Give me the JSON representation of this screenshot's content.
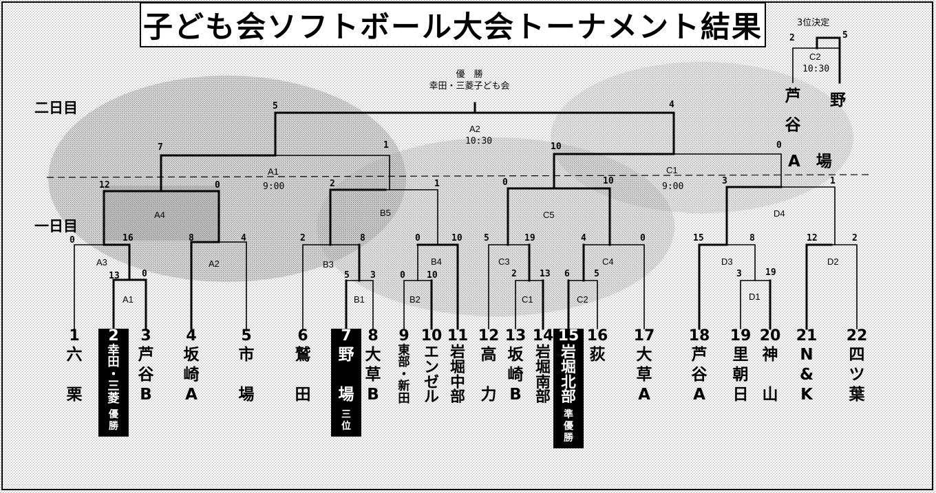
{
  "title": "子ども会ソフトボール大会トーナメント結果",
  "day_labels": {
    "day2": "二日目",
    "day1": "一日目"
  },
  "champion": {
    "heading": "優　勝",
    "name": "幸田・三菱子ども会"
  },
  "teams": [
    {
      "no": "1",
      "name": "六栗"
    },
    {
      "no": "2",
      "name": "幸田・三菱",
      "result": "優勝"
    },
    {
      "no": "3",
      "name": "芦谷B"
    },
    {
      "no": "4",
      "name": "坂崎A"
    },
    {
      "no": "5",
      "name": "市場"
    },
    {
      "no": "6",
      "name": "鷲田"
    },
    {
      "no": "7",
      "name": "野場",
      "result": "三位"
    },
    {
      "no": "8",
      "name": "大草B"
    },
    {
      "no": "9",
      "name": "東部・新田"
    },
    {
      "no": "10",
      "name": "エンゼル"
    },
    {
      "no": "11",
      "name": "岩堀中部"
    },
    {
      "no": "12",
      "name": "高力"
    },
    {
      "no": "13",
      "name": "坂崎B"
    },
    {
      "no": "14",
      "name": "岩堀南部"
    },
    {
      "no": "15",
      "name": "岩堀北部",
      "result": "準優勝"
    },
    {
      "no": "16",
      "name": "荻"
    },
    {
      "no": "17",
      "name": "大草A"
    },
    {
      "no": "18",
      "name": "芦谷A"
    },
    {
      "no": "19",
      "name": "里朝日"
    },
    {
      "no": "20",
      "name": "神山"
    },
    {
      "no": "21",
      "name": "N&K"
    },
    {
      "no": "22",
      "name": "四ツ葉"
    }
  ],
  "matches": [
    {
      "id": "A1",
      "label": "A1",
      "time": "",
      "left_score": "13",
      "right_score": "0"
    },
    {
      "id": "A3",
      "label": "A3",
      "time": "",
      "left_score": "0",
      "right_score": "16"
    },
    {
      "id": "A2",
      "label": "A2",
      "time": "",
      "left_score": "8",
      "right_score": "4"
    },
    {
      "id": "A4",
      "label": "A4",
      "time": "",
      "left_score": "12",
      "right_score": "0"
    },
    {
      "id": "B1",
      "label": "B1",
      "time": "",
      "left_score": "5",
      "right_score": "3"
    },
    {
      "id": "B3",
      "label": "B3",
      "time": "",
      "left_score": "2",
      "right_score": "8"
    },
    {
      "id": "B2",
      "label": "B2",
      "time": "",
      "left_score": "0",
      "right_score": "10"
    },
    {
      "id": "B4",
      "label": "B4",
      "time": "",
      "left_score": "0",
      "right_score": "10"
    },
    {
      "id": "B5",
      "label": "B5",
      "time": "",
      "left_score": "2",
      "right_score": "1"
    },
    {
      "id": "C1b",
      "label": "C1",
      "time": "",
      "left_score": "2",
      "right_score": "13"
    },
    {
      "id": "C3",
      "label": "C3",
      "time": "",
      "left_score": "5",
      "right_score": "19"
    },
    {
      "id": "C2",
      "label": "C2",
      "time": "",
      "left_score": "6",
      "right_score": "5"
    },
    {
      "id": "C4",
      "label": "C4",
      "time": "",
      "left_score": "4",
      "right_score": "0"
    },
    {
      "id": "C5",
      "label": "C5",
      "time": "",
      "left_score": "0",
      "right_score": "10"
    },
    {
      "id": "D1",
      "label": "D1",
      "time": "",
      "left_score": "3",
      "right_score": "19"
    },
    {
      "id": "D3",
      "label": "D3",
      "time": "",
      "left_score": "15",
      "right_score": "8"
    },
    {
      "id": "D2",
      "label": "D2",
      "time": "",
      "left_score": "12",
      "right_score": "2"
    },
    {
      "id": "D4",
      "label": "D4",
      "time": "",
      "left_score": "3",
      "right_score": "1"
    },
    {
      "id": "A1f",
      "label": "A1",
      "time": "9:00",
      "left_score": "7",
      "right_score": "1"
    },
    {
      "id": "C1f",
      "label": "C1",
      "time": "9:00",
      "left_score": "10",
      "right_score": "0"
    },
    {
      "id": "A2f",
      "label": "A2",
      "time": "10:30",
      "left_score": "5",
      "right_score": "4"
    }
  ],
  "third_place": {
    "title": "3位決定",
    "match": "C2",
    "time": "10:30",
    "left_score": "2",
    "right_score": "5",
    "left_team": "芦谷",
    "right_team": "野",
    "venue": "A　場"
  }
}
